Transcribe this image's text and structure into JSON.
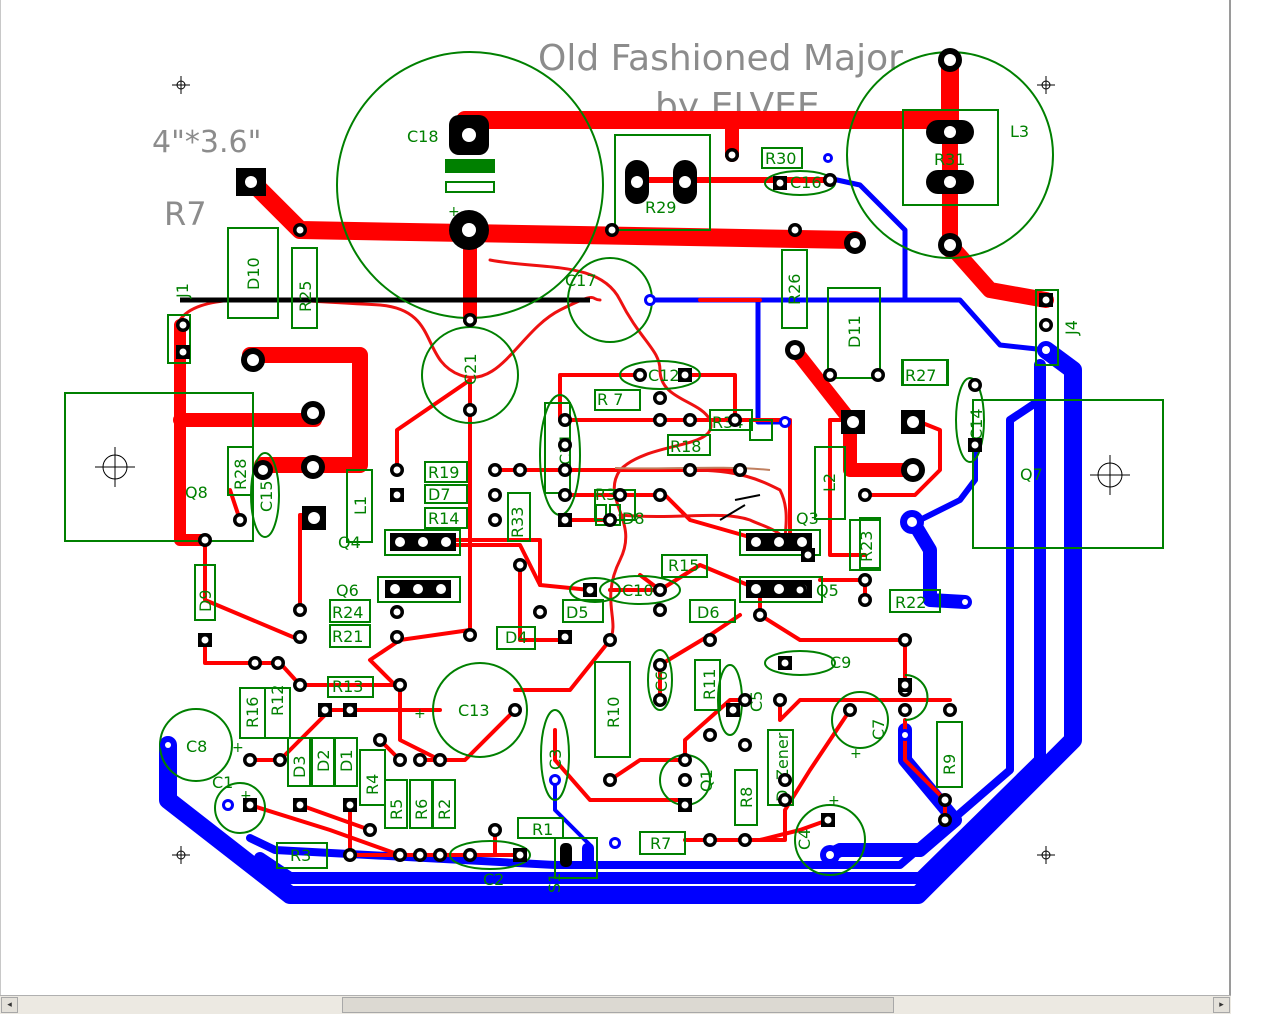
{
  "title": "Old Fashioned Major",
  "subtitle": "by ELVEE",
  "board_size": "4\"*3.6\"",
  "corner_label": "R7",
  "colors": {
    "top_trace": "#ff0000",
    "bottom_trace": "#0000ff",
    "silkscreen": "#008000",
    "pad": "#000000",
    "hand_wire": "#ff0000",
    "heading_text": "#8c8c8c",
    "mounting_hole": "#000000"
  },
  "components": {
    "C18": "C18",
    "R30": "R30",
    "C16": "C16",
    "L3": "L3",
    "R31": "R31",
    "R29": "R29",
    "J1": "J1",
    "D10": "D10",
    "R25": "R25",
    "C17": "C17",
    "R26": "R26",
    "D11": "D11",
    "J4": "J4",
    "C21": "C21",
    "C11": "C11",
    "R7a": "R 7",
    "R27": "R27",
    "C14": "C14",
    "R34": "R34",
    "C12": "C12",
    "R18": "R18",
    "Q8": "Q8",
    "R28": "R28",
    "C15": "C15",
    "L1": "L1",
    "R19": "R19",
    "D7": "D7",
    "R33": "R33",
    "R32": "R32",
    "D8": "D8",
    "R14": "R14",
    "L2": "L2",
    "Q3": "Q3",
    "R23": "R23",
    "Q7": "Q7",
    "Q4": "Q4",
    "R15": "R15",
    "Q6": "Q6",
    "R24": "R24",
    "D5": "D5",
    "C10": "C10",
    "D6": "D6",
    "Q5": "Q5",
    "R22": "R22",
    "D9": "D9",
    "R21": "R21",
    "D4": "D4",
    "R13": "R13",
    "C13": "C13",
    "R10": "R10",
    "R16": "R16",
    "R12": "R12",
    "C6": "C6",
    "R11": "R11",
    "C9": "C9",
    "C5": "C5",
    "C7": "C7",
    "C8": "C8",
    "D3": "D3",
    "D2": "D2",
    "D1": "D1",
    "C3": "C3",
    "Zener": "Zener",
    "R9": "R9",
    "R4": "R4",
    "Q1": "Q1",
    "D": "D",
    "R8": "R8",
    "C1": "C1",
    "R5": "R5",
    "R6": "R6",
    "R2": "R2",
    "R1": "R1",
    "R7b": "R7",
    "C4": "C4",
    "R3": "R3",
    "C2": "C2",
    "S1": "S1"
  },
  "scrollbar": {
    "left_arrow": "◂",
    "right_arrow": "▸"
  }
}
